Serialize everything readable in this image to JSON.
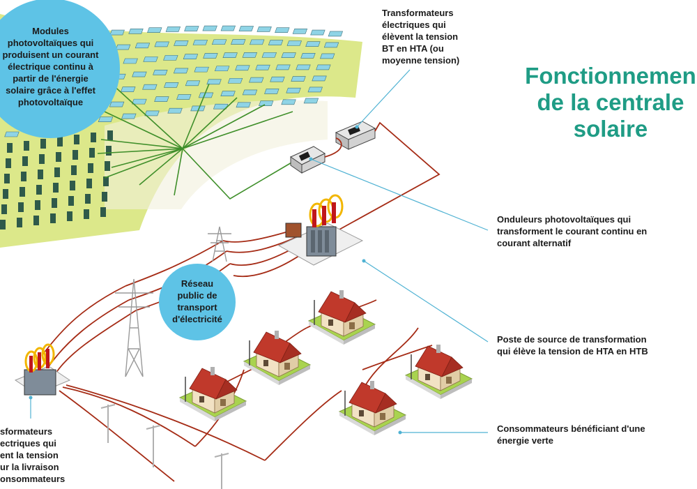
{
  "title": "Fonctionnemen\nde la centrale\nsolaire",
  "labels": {
    "modules": "Modules\nphotovoltaïques qui\nproduisent un courant\nélectrique continu à\npartir de l'énergie\nsolaire grâce à l'effet\nphotovoltaïque",
    "transformateurs_haut": "Transformateurs\nélectriques qui\nélèvent la tension\nBT en HTA (ou\nmoyenne tension)",
    "onduleurs": "Onduleurs photovoltaïques qui\ntransforment le courant continu en\ncourant alternatif",
    "reseau": "Réseau\npublic de\ntransport\nd'électricité",
    "poste": "Poste de source de transformation\nqui élève la tension de HTA en HTB",
    "consommateurs": "Consommateurs bénéficiant d'une\nénergie verte",
    "transformateurs_bas": "sformateurs\nectriques qui\nent la tension\nur la livraison\nonsommateurs"
  },
  "colors": {
    "title": "#1f9c85",
    "circle": "#5ec3e6",
    "leader": "#4fb2d3",
    "field": "#dce88a",
    "panel": "#8fd4e6",
    "cable_green": "#3f8f2a",
    "cable_red": "#a52b15",
    "roof": "#c0392b",
    "wall": "#f2e2c4",
    "lawn": "#a9d34f"
  }
}
